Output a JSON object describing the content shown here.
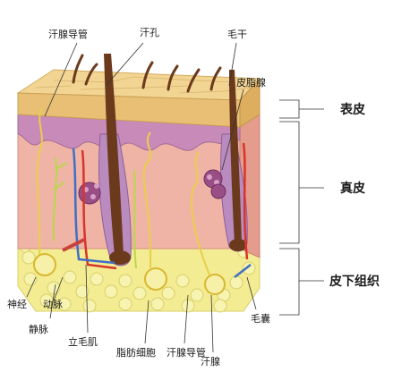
{
  "labels": {
    "sweat_duct_top": "汗腺导管",
    "pore": "汗孔",
    "hair_shaft": "毛干",
    "sebaceous_gland": "皮脂腺",
    "nerve": "神经",
    "artery": "动脉",
    "vein": "静脉",
    "capillary": "立毛肌",
    "fat_cell": "脂肪细胞",
    "sweat_duct_bottom": "汗腺导管",
    "sweat_gland": "汗腺",
    "hair_follicle": "毛囊"
  },
  "layers": {
    "epidermis": "表皮",
    "dermis": "真皮",
    "subcutaneous": "皮下组织"
  },
  "colors": {
    "epidermis_top": "#f2d493",
    "epidermis_side": "#e8bf74",
    "dermis": "#f0b4a6",
    "dermis_side": "#e49c8c",
    "basal_layer": "#c88ab8",
    "fat": "#f4ef9c",
    "hair": "#6b3a1c",
    "nerve": "#c8e05a",
    "artery": "#d9342b",
    "vein": "#3f6fc4"
  }
}
